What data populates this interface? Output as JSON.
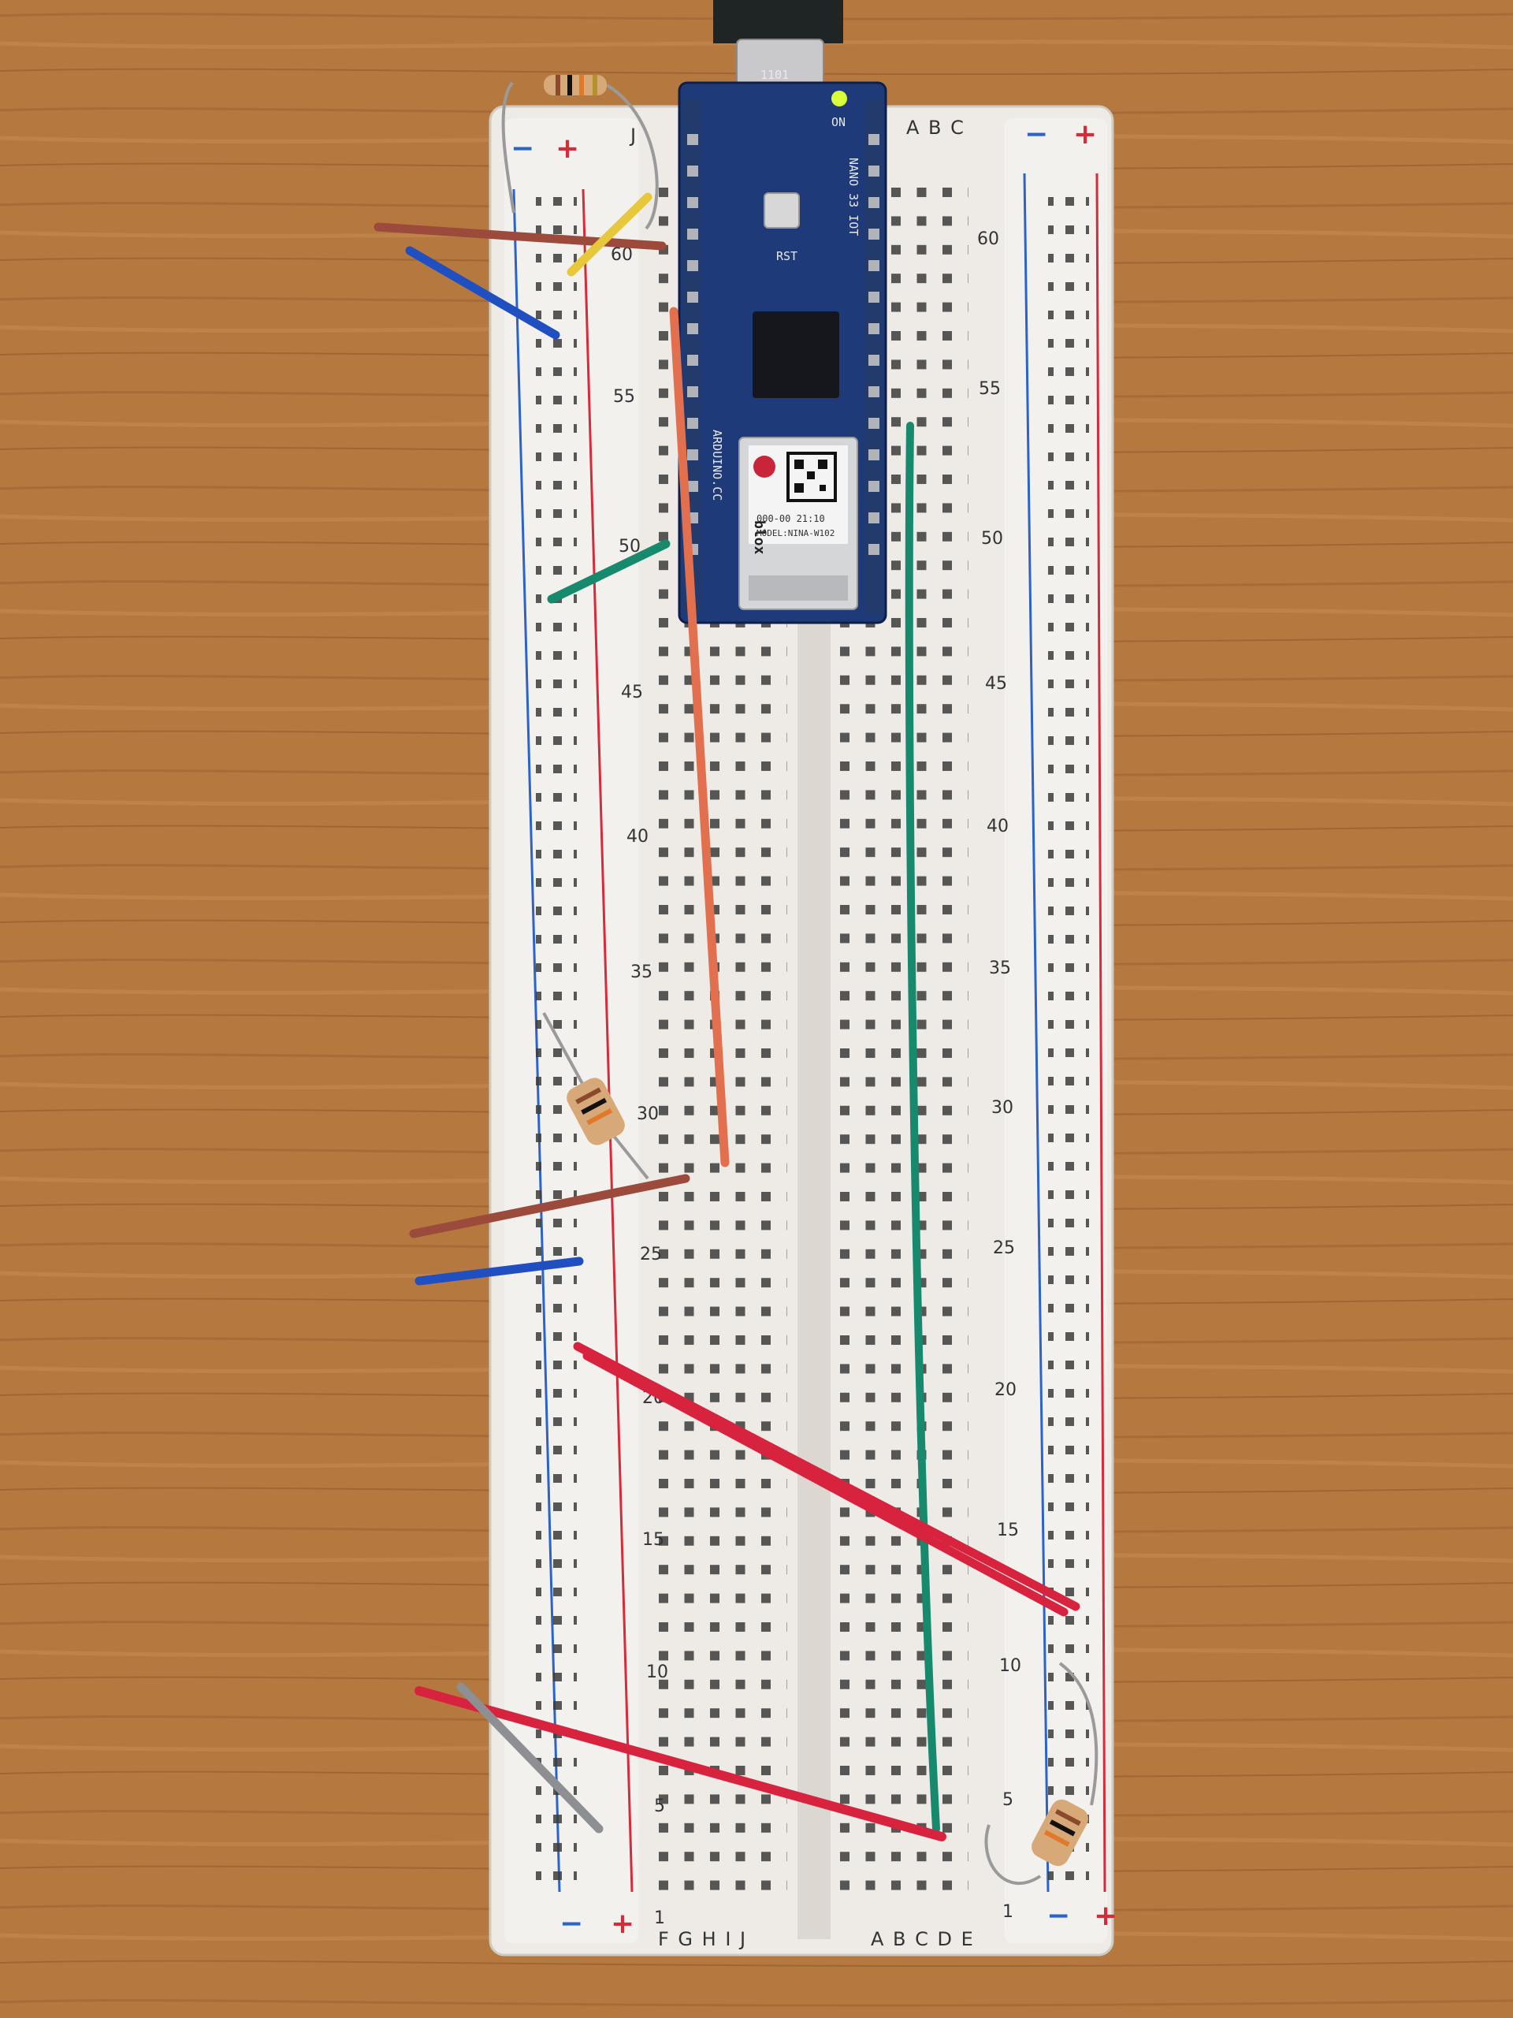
{
  "scene": {
    "subject": "breadboard-with-arduino",
    "wood_color": "#b5793f",
    "board_color": "#eeebe6"
  },
  "breadboard": {
    "row_numbers": [
      "1",
      "5",
      "10",
      "15",
      "20",
      "25",
      "30",
      "35",
      "40",
      "45",
      "50",
      "55",
      "60"
    ],
    "left_columns": "F G H I J",
    "right_columns": "A B C D E",
    "top_left_column": "J",
    "top_right_columns": "A B C",
    "rail_minus": "−",
    "rail_plus": "+",
    "rail_blue": "#2b63c9",
    "rail_red": "#d62b3a"
  },
  "arduino": {
    "board_color": "#1f3a78",
    "brand_text": "ARDUINO.CC",
    "model_text": "NANO 33 IOT",
    "reset_label": "RST",
    "power_led_label": "ON",
    "module_brand": "blox",
    "module_model": "MODEL:NINA-W102",
    "module_code": "000-00 21:10",
    "usb_code": "1101"
  },
  "wires": {
    "colors": {
      "red": "#d8233f",
      "brown": "#9b4a3b",
      "blue": "#1f4fc0",
      "green": "#178a6e",
      "orange": "#e2704f",
      "yellow": "#e6c83a",
      "gray": "#8d8f93"
    }
  }
}
